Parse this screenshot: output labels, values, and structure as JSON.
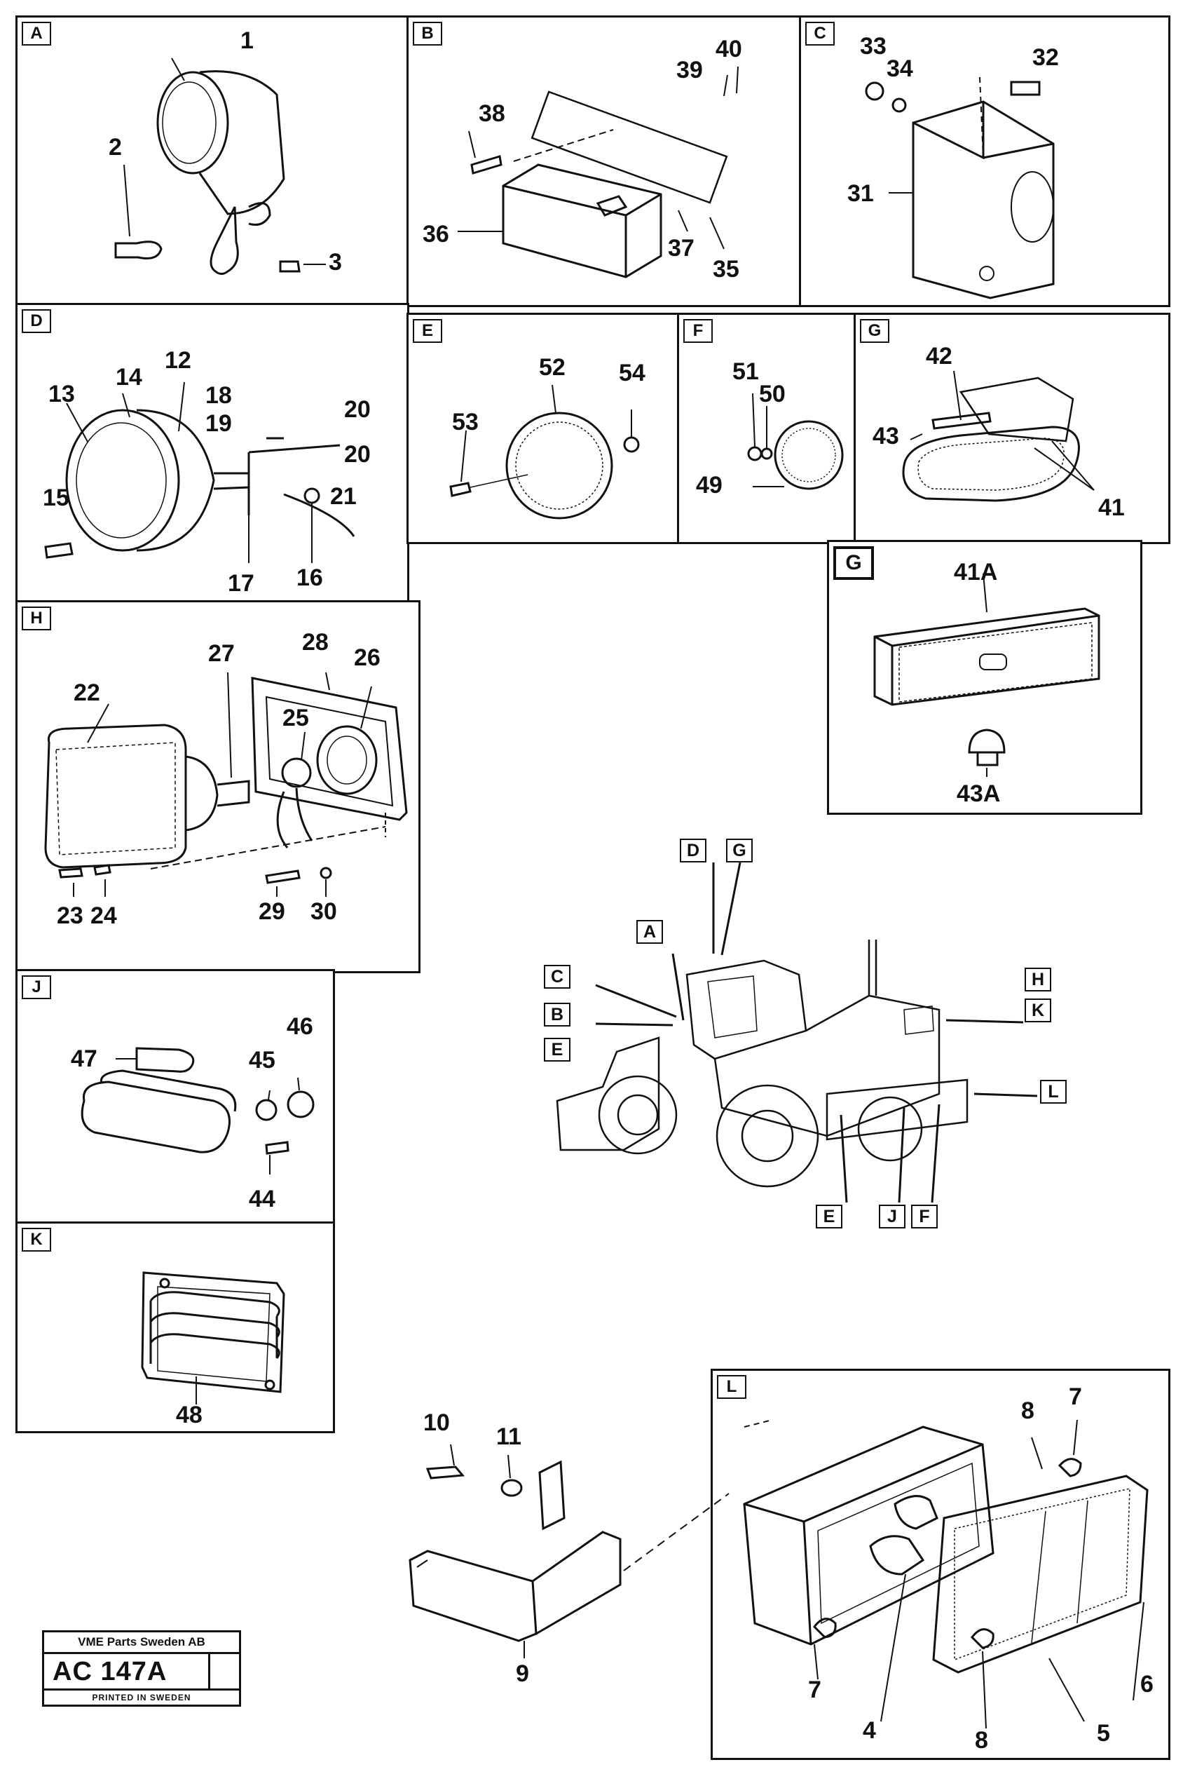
{
  "panels": {
    "A": {
      "tag": "A",
      "parts": [
        "1",
        "2",
        "3"
      ]
    },
    "B": {
      "tag": "B",
      "parts": [
        "38",
        "39",
        "40",
        "36",
        "37",
        "35"
      ]
    },
    "C": {
      "tag": "C",
      "parts": [
        "33",
        "34",
        "32",
        "31"
      ]
    },
    "D": {
      "tag": "D",
      "parts": [
        "13",
        "14",
        "12",
        "18",
        "19",
        "20",
        "20",
        "21",
        "15",
        "17",
        "16"
      ]
    },
    "E": {
      "tag": "E",
      "parts": [
        "52",
        "54",
        "53"
      ]
    },
    "F": {
      "tag": "F",
      "parts": [
        "51",
        "50",
        "49"
      ]
    },
    "G": {
      "tag": "G",
      "parts": [
        "42",
        "43",
        "41"
      ]
    },
    "G2": {
      "tag": "G",
      "parts": [
        "41A",
        "43A"
      ]
    },
    "H": {
      "tag": "H",
      "parts": [
        "27",
        "28",
        "26",
        "22",
        "25",
        "23",
        "24",
        "29",
        "30"
      ]
    },
    "J": {
      "tag": "J",
      "parts": [
        "47",
        "45",
        "46",
        "44"
      ]
    },
    "K": {
      "tag": "K",
      "parts": [
        "48"
      ]
    },
    "L": {
      "tag": "L",
      "parts": [
        "8",
        "7",
        "7",
        "4",
        "8",
        "5",
        "6"
      ]
    }
  },
  "bracket_parts": [
    "10",
    "11",
    "9"
  ],
  "machine_locators": [
    "D",
    "G",
    "A",
    "C",
    "B",
    "E",
    "H",
    "K",
    "L",
    "E",
    "J",
    "F"
  ],
  "footer": {
    "company": "VME Parts Sweden AB",
    "code": "AC 147A",
    "printed": "PRINTED IN SWEDEN"
  }
}
